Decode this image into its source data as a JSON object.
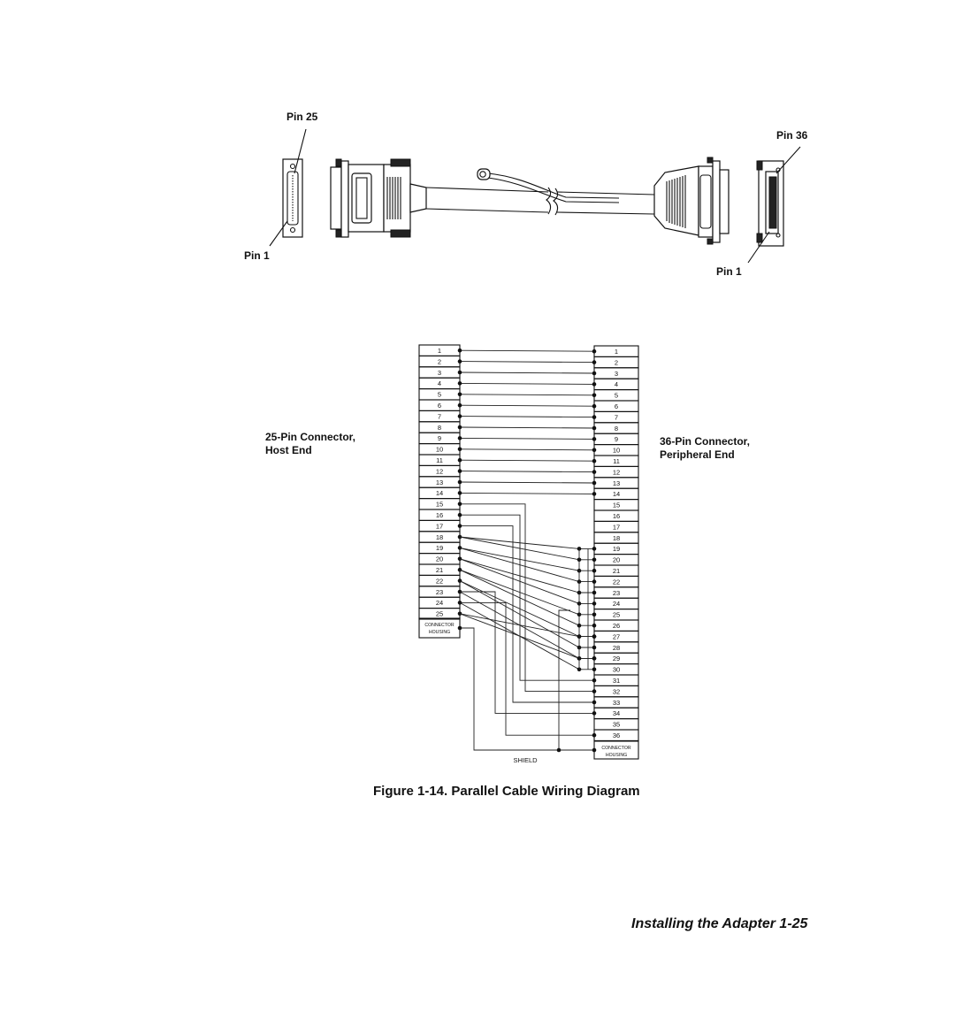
{
  "cable_illustration": {
    "host_pin_top": "Pin 25",
    "host_pin_bottom": "Pin 1",
    "peripheral_pin_top": "Pin 36",
    "peripheral_pin_bottom": "Pin 1"
  },
  "wiring": {
    "left_connector_label_line1": "25-Pin Connector,",
    "left_connector_label_line2": "Host End",
    "right_connector_label_line1": "36-Pin Connector,",
    "right_connector_label_line2": "Peripheral End",
    "left_pins": [
      "1",
      "2",
      "3",
      "4",
      "5",
      "6",
      "7",
      "8",
      "9",
      "10",
      "11",
      "12",
      "13",
      "14",
      "15",
      "16",
      "17",
      "18",
      "19",
      "20",
      "21",
      "22",
      "23",
      "24",
      "25"
    ],
    "right_pins": [
      "1",
      "2",
      "3",
      "4",
      "5",
      "6",
      "7",
      "8",
      "9",
      "10",
      "11",
      "12",
      "13",
      "14",
      "15",
      "16",
      "17",
      "18",
      "19",
      "20",
      "21",
      "22",
      "23",
      "24",
      "25",
      "26",
      "27",
      "28",
      "29",
      "30",
      "31",
      "32",
      "33",
      "34",
      "35",
      "36"
    ],
    "housing_line1": "CONNECTOR",
    "housing_line2": "HOUSING",
    "shield_label": "SHIELD"
  },
  "caption": "Figure 1-14.  Parallel Cable Wiring Diagram",
  "footer": "Installing the Adapter  1-25"
}
